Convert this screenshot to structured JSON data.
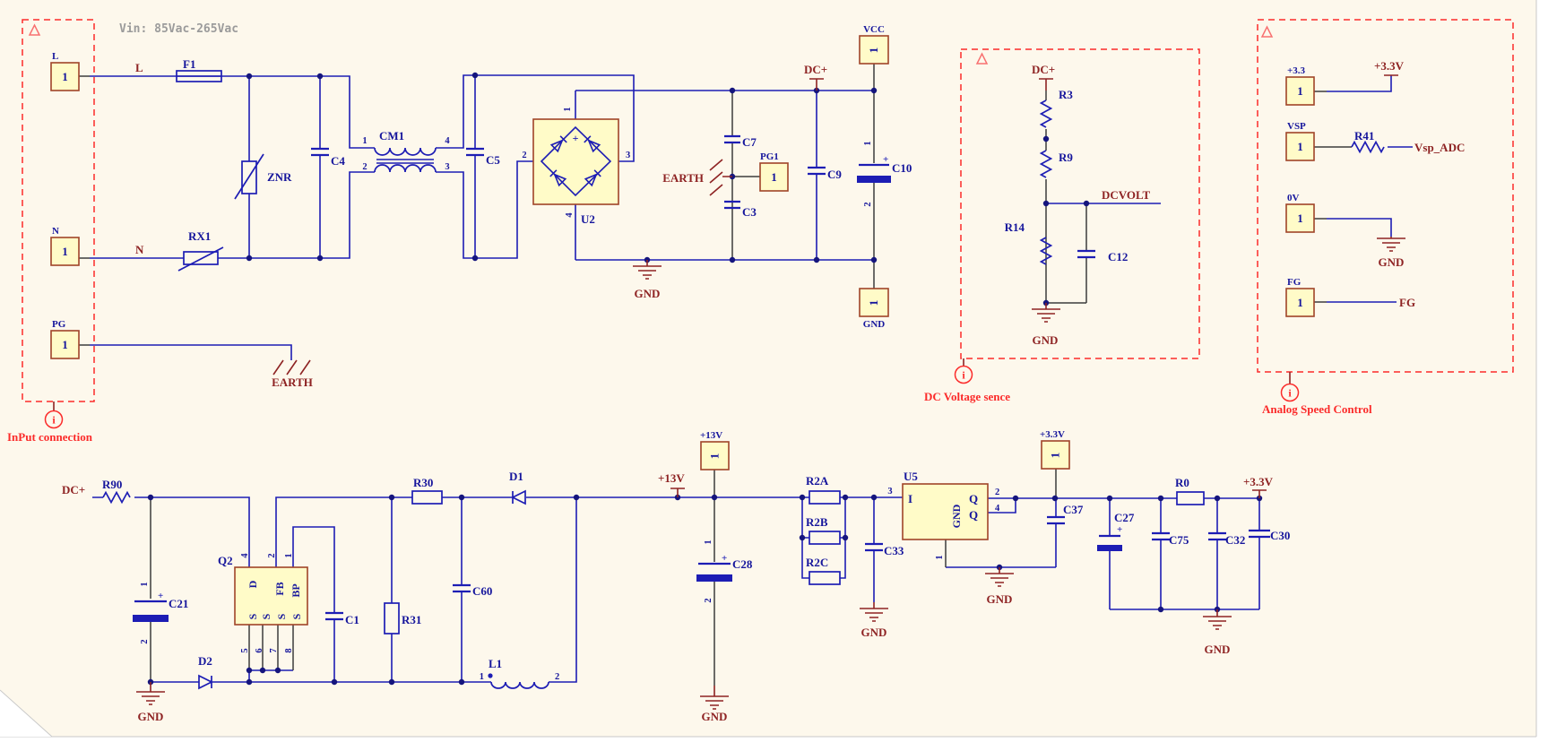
{
  "note": {
    "vin": "Vin: 85Vac-265Vac"
  },
  "sections": {
    "input_title": "InPut connection",
    "sense_title": "DC Voltage sence",
    "speed_title": "Analog Speed Control",
    "info_glyph": "i"
  },
  "nets": {
    "l": "L",
    "n": "N",
    "pg": "PG",
    "pg1": "PG1",
    "dc_plus": "DC+",
    "earth": "EARTH",
    "gnd": "GND",
    "vcc": "VCC",
    "dcvolt": "DCVOLT",
    "p13": "+13V",
    "p33": "+3.3V",
    "p33_short": "+3.3",
    "vsp": "VSP",
    "zero_v": "0V",
    "fg": "FG",
    "vsp_adc": "Vsp_ADC"
  },
  "pins": {
    "n1": "1",
    "n2": "2",
    "n3": "3",
    "n4": "4",
    "n5": "5",
    "n6": "6",
    "n7": "7",
    "n8": "8",
    "plus": "+"
  },
  "ic": {
    "d": "D",
    "s": "S",
    "fb": "FB",
    "bp": "BP",
    "inp": "I",
    "q": "Q",
    "gnd": "GND"
  },
  "refs": {
    "f1": "F1",
    "rx1": "RX1",
    "znr": "ZNR",
    "c4": "C4",
    "cm1": "CM1",
    "c5": "C5",
    "u2": "U2",
    "c7": "C7",
    "c3": "C3",
    "c9": "C9",
    "c10": "C10",
    "r3": "R3",
    "r9": "R9",
    "r14": "R14",
    "c12": "C12",
    "r41": "R41",
    "r90": "R90",
    "c21": "C21",
    "d2": "D2",
    "q2": "Q2",
    "c1": "C1",
    "r31": "R31",
    "r30": "R30",
    "c60": "C60",
    "d1": "D1",
    "l1": "L1",
    "c28": "C28",
    "r2a": "R2A",
    "r2b": "R2B",
    "r2c": "R2C",
    "c33": "C33",
    "u5": "U5",
    "c37": "C37",
    "c27": "C27",
    "c75": "C75",
    "c32": "C32",
    "c30": "C30",
    "r0": "R0"
  },
  "colors": {
    "background": "#fdf8ec",
    "wire_blue": "#1d1db4",
    "stub_dark": "#3c3c3c",
    "net_maroon": "#8e2323",
    "box_red": "#fb2b2a",
    "ref_navy": "#16169c",
    "part_fill": "#fffbc8",
    "part_border": "#a04428",
    "note_grey": "#9b9b9b"
  }
}
